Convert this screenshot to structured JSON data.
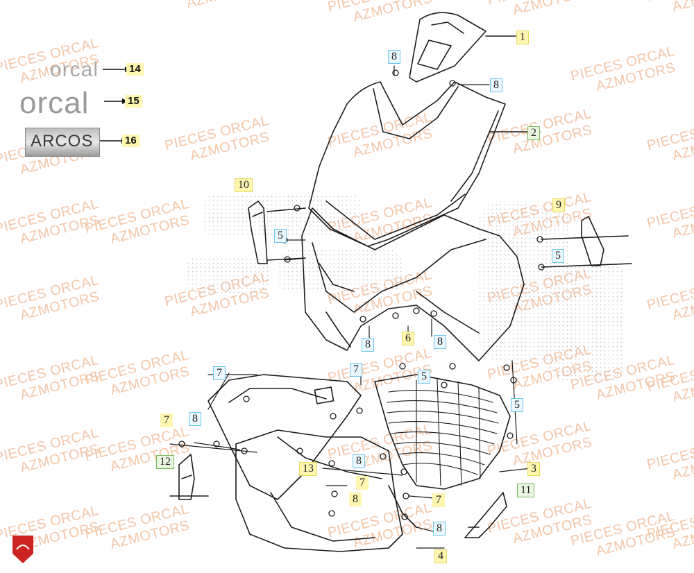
{
  "watermark": {
    "line1": "PIECES ORCAL",
    "line2": "AZMOTORS"
  },
  "logos": [
    {
      "text": "orcal",
      "label": "14"
    },
    {
      "text": "orcal",
      "label": "15"
    },
    {
      "text": "ARCOS",
      "label": "16"
    }
  ],
  "badge": {
    "text": "AZMOTORS",
    "color": "#cc2222"
  },
  "callouts": [
    {
      "text": "1",
      "style": "yellow"
    },
    {
      "text": "8",
      "style": "blue"
    },
    {
      "text": "8",
      "style": "blue"
    },
    {
      "text": "2",
      "style": "green"
    },
    {
      "text": "10",
      "style": "yellow"
    },
    {
      "text": "5",
      "style": "blue"
    },
    {
      "text": "9",
      "style": "yellow"
    },
    {
      "text": "5",
      "style": "blue"
    },
    {
      "text": "8",
      "style": "blue"
    },
    {
      "text": "6",
      "style": "yellow"
    },
    {
      "text": "8",
      "style": "blue"
    },
    {
      "text": "7",
      "style": "blue"
    },
    {
      "text": "7",
      "style": "blue"
    },
    {
      "text": "5",
      "style": "blue"
    },
    {
      "text": "5",
      "style": "blue"
    },
    {
      "text": "7",
      "style": "plain"
    },
    {
      "text": "8",
      "style": "blue"
    },
    {
      "text": "12",
      "style": "green"
    },
    {
      "text": "13",
      "style": "yellow"
    },
    {
      "text": "8",
      "style": "blue"
    },
    {
      "text": "7",
      "style": "plain"
    },
    {
      "text": "8",
      "style": "plain"
    },
    {
      "text": "3",
      "style": "yellow"
    },
    {
      "text": "11",
      "style": "green"
    },
    {
      "text": "7",
      "style": "plain"
    },
    {
      "text": "8",
      "style": "blue"
    },
    {
      "text": "4",
      "style": "yellow"
    }
  ],
  "colors": {
    "line": "#1a1a1a",
    "watermark": "#f3c6a8",
    "highlight_yellow": "#fff6b0",
    "highlight_blue": "#eaf8ff",
    "highlight_green": "#e9f7e1"
  }
}
